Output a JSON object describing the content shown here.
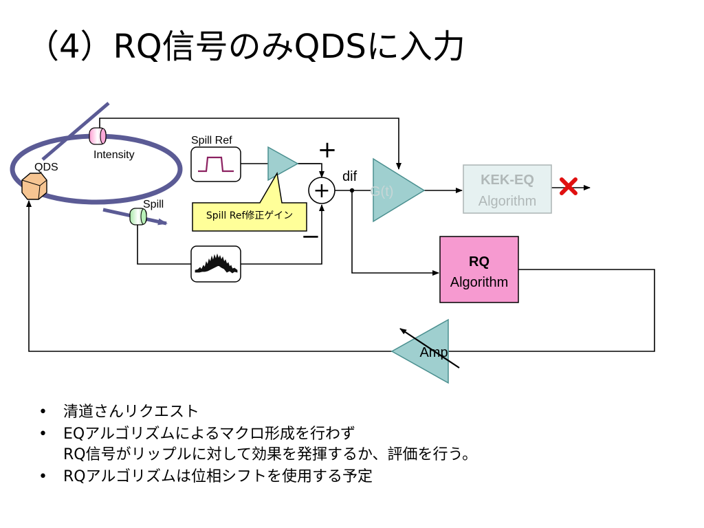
{
  "slide": {
    "title": "（4）RQ信号のみQDSに入力"
  },
  "diagram": {
    "intensity_label": "Intensity",
    "qds_label": "QDS",
    "spill_label": "Spill",
    "spill_ref_label": "Spill Ref",
    "plus_sign": "+",
    "minus_sign": "−",
    "sum_symbol": "+",
    "dif_label": "dif",
    "gain_label": "G(t)",
    "kek_eq_title": "KEK-EQ",
    "kek_eq_sub": "Algorithm",
    "rq_title": "RQ",
    "rq_sub": "Algorithm",
    "amp_label": "Amp",
    "callout_text": "Spill Ref修正ゲイン",
    "colors": {
      "triangle_fill": "#9fcfcf",
      "triangle_stroke": "#4a8f8f",
      "rq_fill": "#f69ad0",
      "kek_fill": "#e6f1f1",
      "kek_text": "#b0b8b8",
      "ring": "#5b5b95",
      "callout_fill": "#ffff99",
      "cross": "#e01010",
      "qds_fill": "#f6c592"
    }
  },
  "bullets": [
    {
      "lines": [
        "清道さんリクエスト"
      ]
    },
    {
      "lines": [
        "EQアルゴリズムによるマクロ形成を行わず",
        "RQ信号がリップルに対して効果を発揮するか、評価を行う。"
      ]
    },
    {
      "lines": [
        "RQアルゴリズムは位相シフトを使用する予定"
      ]
    }
  ]
}
